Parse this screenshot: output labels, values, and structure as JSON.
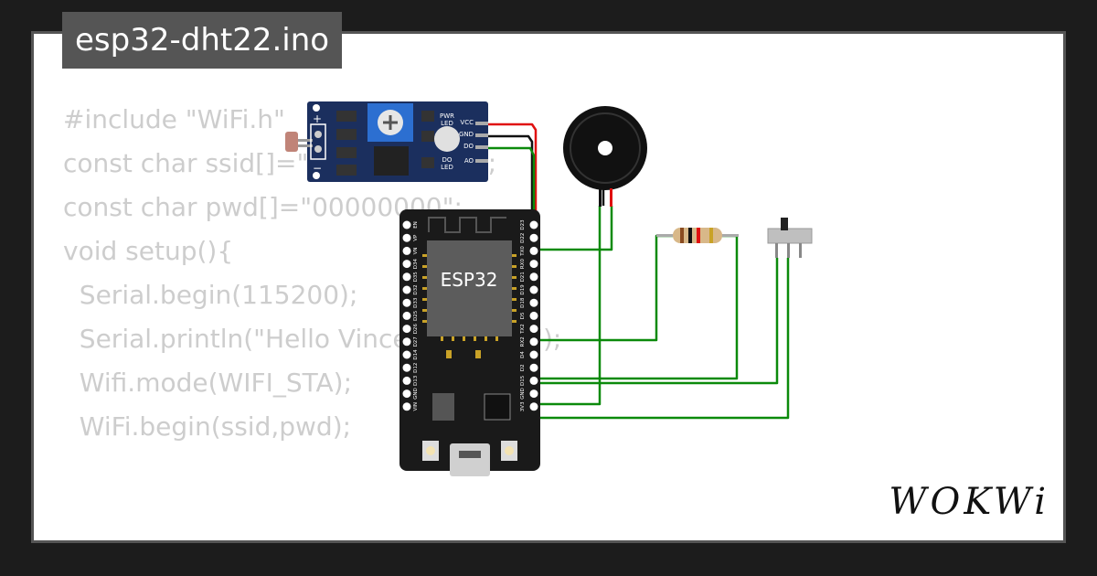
{
  "file_title": "esp32-dht22.ino",
  "code_lines": [
    "#include \"WiFi.h\"",
    "",
    "const char ssid[]=\"          iPhone\";",
    "const char pwd[]=\"00000000\";",
    "",
    "void setup(){",
    "  Serial.begin(115200);",
    "  Serial.println(\"Hello Vincent, ESP32\");",
    "",
    "  Wifi.mode(WIFI_STA);",
    "  WiFi.begin(ssid,pwd);"
  ],
  "logo": "WOKWi",
  "components": {
    "esp32_label": "ESP32",
    "sensor_module": {
      "pins": [
        "VCC",
        "GND",
        "DO",
        "AO"
      ],
      "pwr_led": [
        "PWR",
        "LED"
      ],
      "do_led": [
        "DO",
        "LED"
      ],
      "plus": "+",
      "minus": "−"
    },
    "esp32_left_pins": [
      "EN",
      "VP",
      "VN",
      "D34",
      "D35",
      "D32",
      "D33",
      "D25",
      "D26",
      "D27",
      "D14",
      "D12",
      "D13",
      "GND",
      "VIN"
    ],
    "esp32_right_pins": [
      "D23",
      "D22",
      "TX0",
      "RX0",
      "D21",
      "D19",
      "D18",
      "D5",
      "TX2",
      "RX2",
      "D4",
      "D2",
      "D15",
      "GND",
      "3V3"
    ]
  },
  "colors": {
    "wire": "#0b8a0b",
    "wire_vcc": "#e01010",
    "wire_gnd": "#111111",
    "sensor_board": "#1b2f5e",
    "esp32_board": "#1a1a1a",
    "code_text": "#cdcdcd"
  }
}
